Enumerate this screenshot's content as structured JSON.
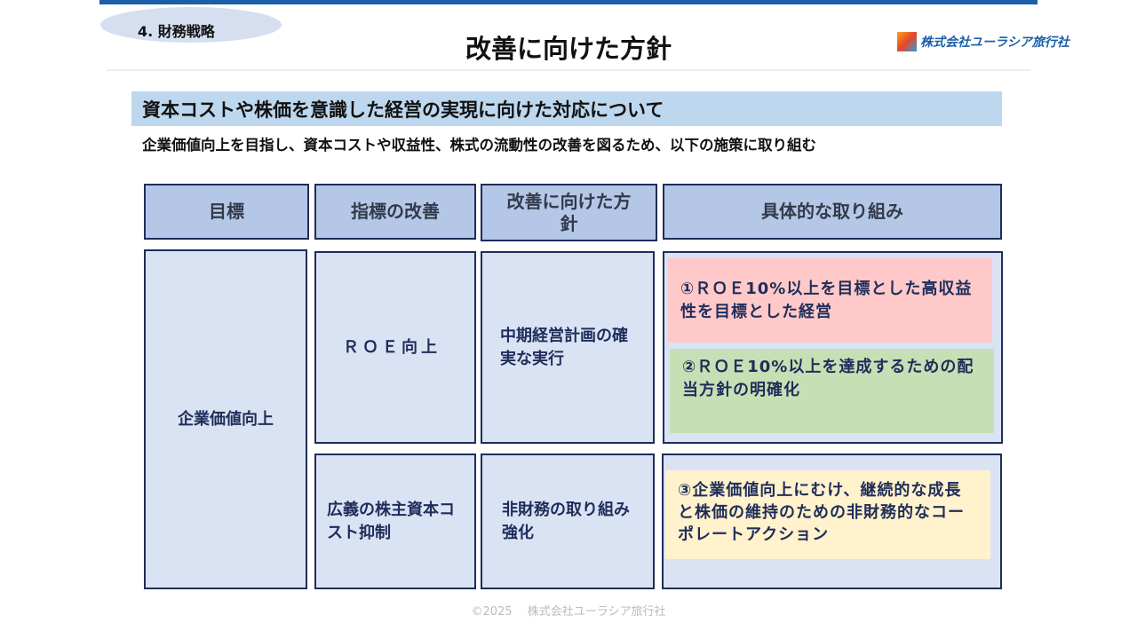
{
  "header": {
    "section": "4. 財務戦略",
    "title": "改善に向けた方針",
    "logo_text": "株式会社ユーラシア旅行社"
  },
  "banner": "資本コストや株価を意識した経営の実現に向けた対応について",
  "subtitle": "企業価値向上を目指し、資本コストや収益性、株式の流動性の改善を図るため、以下の施策に取り組む",
  "table": {
    "headers": [
      "目標",
      "指標の改善",
      "改善に向けた方針",
      "具体的な取り組み"
    ],
    "goal": "企業価値向上",
    "rows": [
      {
        "indicator": "ＲＯＥ向上",
        "policy": "中期経営計画の確実な実行",
        "actions": [
          "①ＲＯＥ10%以上を目標とした高収益性を目標とした経営",
          "②ＲＯＥ10%以上を達成するための配当方針の明確化"
        ]
      },
      {
        "indicator": "広義の株主資本コスト抑制",
        "policy": "非財務の取り組み強化",
        "actions": [
          "③企業価値向上にむけ、継続的な成長と株価の維持のための非財務的なコーポレートアクション"
        ]
      }
    ]
  },
  "colors": {
    "pink": "#ffc9c9",
    "green": "#c5e0b4",
    "yellow": "#fff2cc"
  },
  "footer": "©2025　 株式会社ユーラシア旅行社"
}
